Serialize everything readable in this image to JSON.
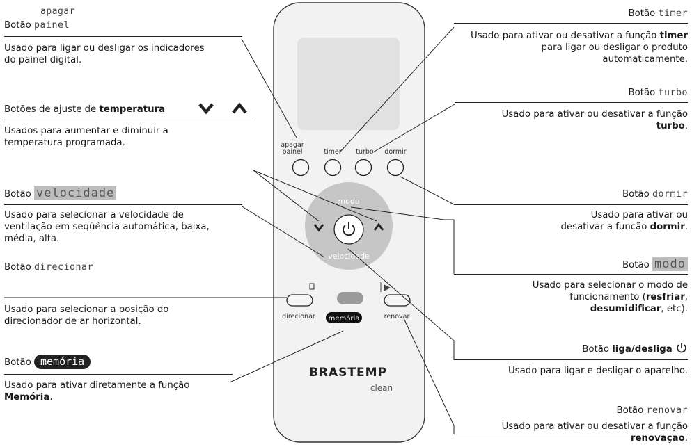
{
  "left": {
    "painel": {
      "prefix": "Botão",
      "word_top": "apagar",
      "word_bottom": "painel",
      "desc": "Usado para ligar ou desligar os indicadores do painel digital."
    },
    "temperatura": {
      "prefix": "Botões de ajuste de",
      "bold": "temperatura",
      "icon_down": "chevron-down-icon",
      "icon_up": "chevron-up-icon",
      "desc": "Usados para aumentar e diminuir a temperatura programada."
    },
    "velocidade": {
      "prefix": "Botão",
      "word": "velocidade",
      "desc": "Usado para selecionar a velocidade de ventilação em seqüência automática, baixa, média, alta."
    },
    "direcionar": {
      "prefix": "Botão",
      "word": "direcionar",
      "desc": "Usado para selecionar a posição do direcionador de ar horizontal."
    },
    "memoria": {
      "prefix": "Botão",
      "word": "memória",
      "desc_pre": "Usado para ativar diretamente a função",
      "desc_bold": "Memória",
      "desc_post": "."
    }
  },
  "right": {
    "timer": {
      "prefix": "Botão",
      "word": "timer",
      "desc_pre": "Usado para ativar ou desativar a função",
      "desc_bold": "timer",
      "desc_post": "para ligar ou desligar o produto automaticamente."
    },
    "turbo": {
      "prefix": "Botão",
      "word": "turbo",
      "desc_pre": "Usado para ativar ou desativar a função",
      "desc_bold": "turbo",
      "desc_post": "."
    },
    "dormir": {
      "prefix": "Botão",
      "word": "dormir",
      "desc_line1": "Usado para ativar ou",
      "desc_pre": "desativar a função",
      "desc_bold": "dormir",
      "desc_post": "."
    },
    "modo": {
      "prefix": "Botão",
      "word": "modo",
      "desc_pre": "Usado para selecionar o modo de funcionamento (",
      "desc_bold1": "resfriar",
      "desc_mid": ",",
      "desc_bold2": "desumidificar",
      "desc_post": ", etc)."
    },
    "power": {
      "prefix": "Botão",
      "bold": "liga/desliga",
      "icon": "power-icon",
      "desc": "Usado para ligar e desligar o aparelho."
    },
    "renovar": {
      "prefix": "Botão",
      "word": "renovar",
      "desc_pre": "Usado para ativar ou desativar a função",
      "desc_bold": "renovação",
      "desc_post": "."
    }
  },
  "remote": {
    "btn_apagar": "apagar",
    "btn_painel": "painel",
    "btn_timer": "timer",
    "btn_turbo": "turbo",
    "btn_dormir": "dormir",
    "modo": "modo",
    "velocidade": "velocidade",
    "direcionar": "direcionar",
    "memoria": "memória",
    "renovar": "renovar",
    "brand": "BRASTEMP",
    "sub": "clean"
  }
}
